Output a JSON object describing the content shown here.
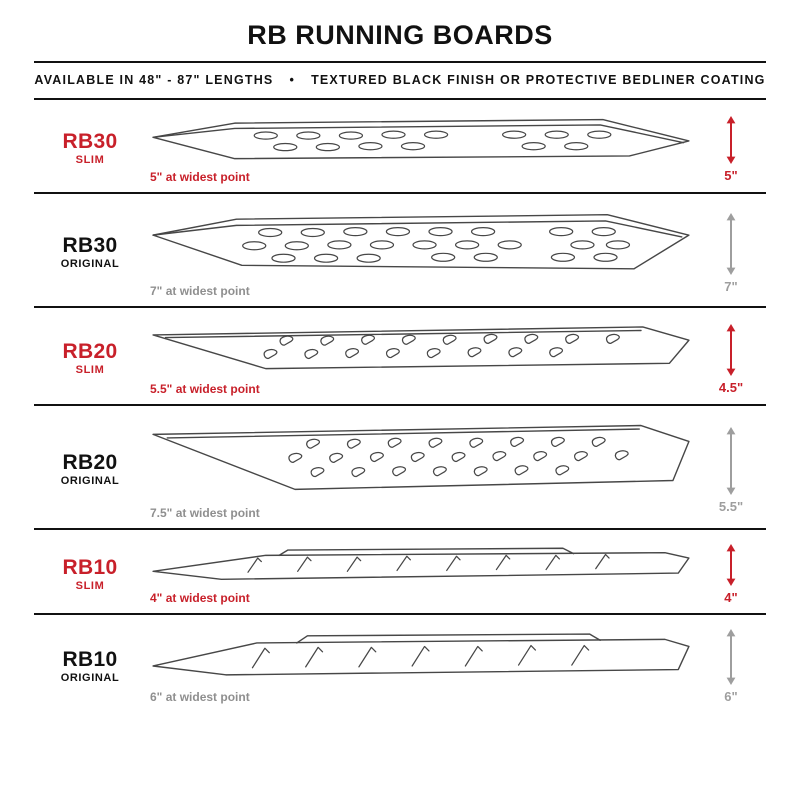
{
  "header": {
    "title": "RB RUNNING BOARDS",
    "subtitle": {
      "left": "AVAILABLE IN 48\" - 87\" LENGTHS",
      "separator": "•",
      "right": "TEXTURED BLACK FINISH OR PROTECTIVE BEDLINER COATING"
    }
  },
  "colors": {
    "accent_red": "#c8202a",
    "muted_gray": "#8f8f8f",
    "line_art": "#474747",
    "divider": "#111111"
  },
  "rows": [
    {
      "model": "RB30",
      "variant": "SLIM",
      "width_note": "5\" at widest point",
      "height_label": "5\""
    },
    {
      "model": "RB30",
      "variant": "ORIGINAL",
      "width_note": "7\" at widest point",
      "height_label": "7\""
    },
    {
      "model": "RB20",
      "variant": "SLIM",
      "width_note": "5.5\" at widest point",
      "height_label": "4.5\""
    },
    {
      "model": "RB20",
      "variant": "ORIGINAL",
      "width_note": "7.5\" at widest point",
      "height_label": "5.5\""
    },
    {
      "model": "RB10",
      "variant": "SLIM",
      "width_note": "4\" at widest point",
      "height_label": "4\""
    },
    {
      "model": "RB10",
      "variant": "ORIGINAL",
      "width_note": "6\" at widest point",
      "height_label": "6\""
    }
  ]
}
